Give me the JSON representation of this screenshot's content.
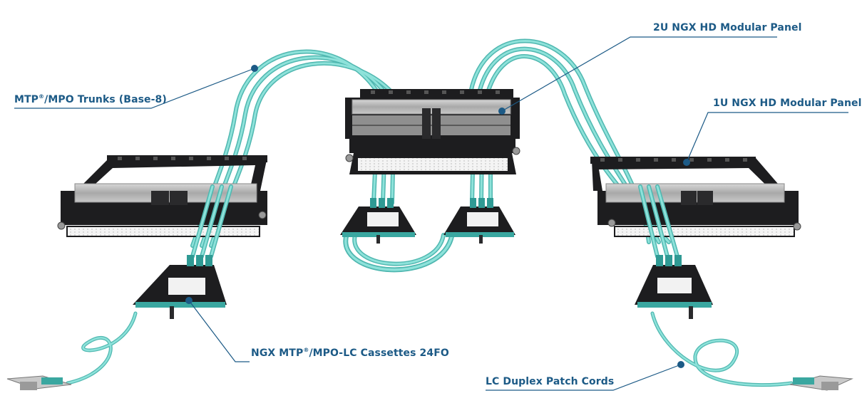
{
  "colors": {
    "fiber": "#7fd8d0",
    "fiber_dark": "#4fb7b0",
    "callout": "#1c5a86",
    "panel_black": "#1d1d1f",
    "panel_steel": "#b6b6b6"
  },
  "callouts": {
    "trunks": {
      "before": "MTP",
      "sup": "®",
      "after": "/MPO Trunks (Base-8)"
    },
    "panel_2u": {
      "text": "2U NGX HD Modular Panel"
    },
    "panel_1u": {
      "text": "1U NGX HD Modular Panel"
    },
    "cassettes": {
      "before": "NGX MTP",
      "sup": "®",
      "after": "/MPO-LC Cassettes 24FO"
    },
    "patch_cords": {
      "text": "LC Duplex Patch Cords"
    }
  },
  "illustration": {
    "components": [
      "left-1u-panel",
      "center-2u-panel",
      "right-1u-panel",
      "left-cassette",
      "center-cassette-left",
      "center-cassette-right",
      "right-cassette",
      "left-transceiver",
      "right-transceiver"
    ]
  }
}
